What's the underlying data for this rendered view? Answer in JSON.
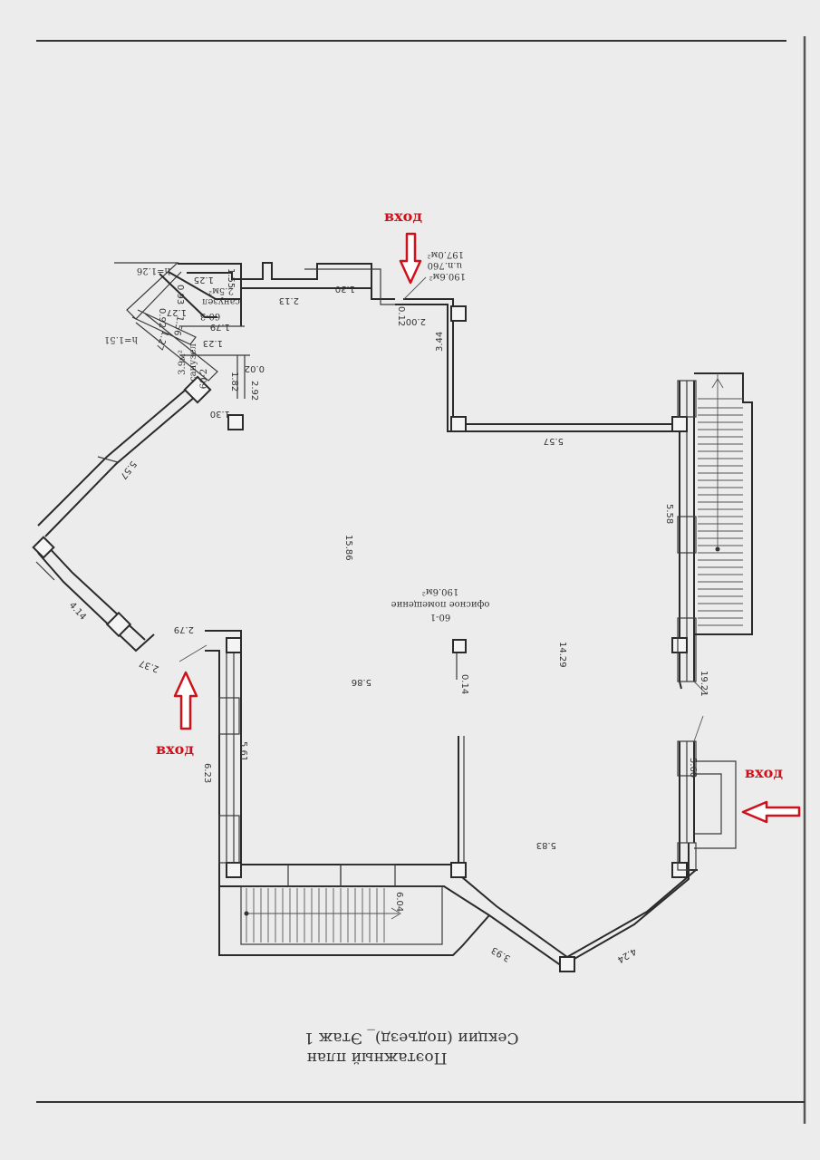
{
  "plan": {
    "title_line1": "Поэтажный план",
    "title_line2": "Секции (подъезд)_          Этаж 1",
    "entrance_label": "вход",
    "main_room": {
      "id": "60-1",
      "name": "офисное помещение",
      "area": "190.6м²"
    },
    "room_2": {
      "id": "60-2",
      "name": "санузел",
      "area": "3.9м²"
    },
    "room_3": {
      "id": "60-3",
      "name": "санузел",
      "area": "2.5м²"
    },
    "summary_area": "190.6м²",
    "summary_total": "197.0м²",
    "summary_code": "u.n.760",
    "height_1": "h=1.26",
    "height_2": "h=1.51",
    "dimensions": {
      "d557_top": "5.57",
      "d344": "3.44",
      "d200": "2.00",
      "d012": "0.12",
      "d130_top": "1.30",
      "d213": "2.13",
      "d155": "1.55",
      "d125": "1.25",
      "d093": "0.93",
      "d127a": "1.27",
      "d179": "1.79",
      "d092": "0.92",
      "d156": "1.56",
      "d127b": "1.27",
      "d123": "1.23",
      "d182": "1.82",
      "d002": "0.02",
      "d292": "2.92",
      "d130_mid": "1.30",
      "d557_diag": "5.57",
      "d1586": "15.86",
      "d558": "5.58",
      "d1429": "14.29",
      "d414": "4.14",
      "d279": "2.79",
      "d237": "2.37",
      "d586": "5.86",
      "d014": "0.14",
      "d1921": "19.21",
      "d561": "5.61",
      "d623": "6.23",
      "d560": "5.60",
      "d583": "5.83",
      "d604": "6.04",
      "d393": "3.93",
      "d424": "4.24"
    }
  },
  "colors": {
    "entrance": "#d0101a",
    "line": "#2a2a2a",
    "paper": "#ececec"
  }
}
